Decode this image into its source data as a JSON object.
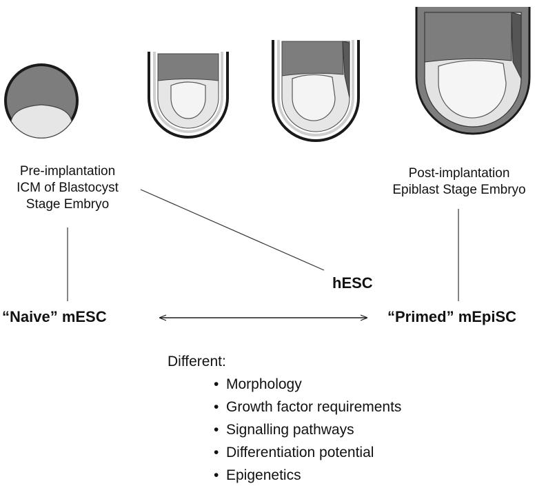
{
  "labels": {
    "pre_line1": "Pre-implantation",
    "pre_line2": "ICM of Blastocyst",
    "pre_line3": "Stage Embryo",
    "post_line1": "Post-implantation",
    "post_line2": "Epiblast Stage Embryo",
    "hesc": "hESC",
    "naive": "“Naive” mESC",
    "primed": "“Primed” mEpiSC"
  },
  "differences": {
    "heading": "Different:",
    "items": [
      "Morphology",
      "Growth factor requirements",
      "Signalling pathways",
      "Differentiation potential",
      "Epigenetics"
    ]
  },
  "colors": {
    "dark_gray": "#7d7d7d",
    "light_gray": "#e3e3e3",
    "outline": "#1a1a1a"
  }
}
